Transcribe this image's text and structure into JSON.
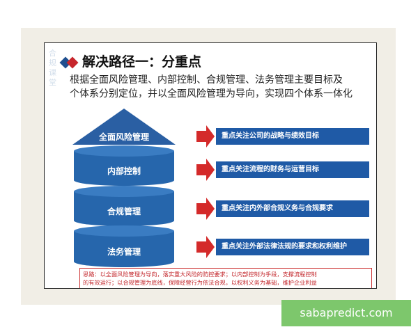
{
  "slide": {
    "title": "解决路径一：分重点",
    "intro_line1": "根据全面风险管理、内部控制、合规管理、法务管理主要目标及",
    "intro_line2": "个体系分别定位，并以全面风险管理为导向，实现四个体系一体化",
    "watermark": "合规课堂",
    "layers": [
      {
        "label": "全面风险管理",
        "goal": "重点关注公司的战略与绩效目标"
      },
      {
        "label": "内部控制",
        "goal": "重点关注流程的财务与运营目标"
      },
      {
        "label": "合规管理",
        "goal": "重点关注内外部合规义务与合规要求"
      },
      {
        "label": "法务管理",
        "goal": "重点关注外部法律法规的要求和权利维护"
      }
    ],
    "note_line1": "思路：以全面风险管理为导向，落实重大风险的防控要求；以内部控制为手段，支撑流程控制",
    "note_line2": "的有效运行；以合规管理为底线，保障经营行为依法合规，以权利义务为基础，维护企业利益"
  },
  "brand": {
    "text": "sabapredict.com"
  },
  "colors": {
    "layer_blue": "#2666ac",
    "layer_blue_dark": "#1c4f8a",
    "arrow_red": "#d42a2a",
    "goal_blue": "#1f5aa6",
    "note_red": "#c3262b",
    "frame_bg": "#f1eee6",
    "brand_green": "#7dc76c"
  },
  "icons": [
    "diamond-icon",
    "arrow-right-icon"
  ]
}
